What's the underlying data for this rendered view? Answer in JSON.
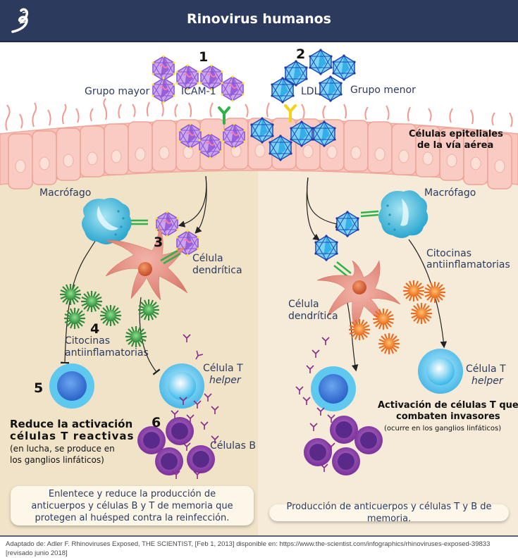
{
  "header": {
    "title": "Rinovirus humanos",
    "logo_icon": "dna-helix-logo"
  },
  "colors": {
    "header_bg": "#2c3a5e",
    "left_panel_bg": "#f0e3c8",
    "right_panel_bg": "#f5ebd8",
    "epithelium": "#f6b9b0",
    "major_group_virus": "#8b4fd1",
    "minor_group_virus": "#2aa8e6",
    "icam_receptor": "#33b34a",
    "ldl_receptor": "#f2d21a",
    "cytokine_left": "#3a9a4a",
    "cytokine_right": "#f07a22",
    "macrophage": "#5bc3e0",
    "dendritic_cell": "#e89a8f",
    "t_cell": "#4aa8e8",
    "b_cell": "#8a3fa8",
    "antibody": "#8a2a8a"
  },
  "steps": {
    "s1": "1",
    "s2": "2",
    "s3": "3",
    "s4": "4",
    "s5": "5",
    "s6": "6"
  },
  "labels": {
    "grupo_mayor": "Grupo mayor",
    "icam": "ICAM-1",
    "ldl": "LDL",
    "grupo_menor": "Grupo menor",
    "epitelio_1": "Células epiteliales",
    "epitelio_2": "de la vía aérea",
    "left": {
      "macrofago": "Macrófago",
      "celula_dendritica_1": "Célula",
      "celula_dendritica_2": "dendrítica",
      "citocinas_1": "Citocinas",
      "citocinas_2": "antiinflamatorias",
      "celula_t_1": "Célula T",
      "celula_t_2": "helper",
      "celulas_b": "Células B",
      "reduce_1": "Reduce la activación",
      "reduce_2": "células T  reactivas",
      "reduce_3": "(en lucha, se produce en",
      "reduce_4": "los ganglios linfáticos)"
    },
    "right": {
      "macrofago": "Macrófago",
      "citocinas_1": "Citocinas",
      "citocinas_2": "antiinflamatorias",
      "celula_dendritica_1": "Célula",
      "celula_dendritica_2": "dendrítica",
      "celula_t_1": "Célula T",
      "celula_t_2": "helper",
      "activacion_1": "Activación de células T que",
      "activacion_2": "combaten invasores",
      "activacion_3": "(ocurre en los ganglios linfáticos)"
    }
  },
  "summary": {
    "left": "Enlentece y reduce la producción de anticuerpos y células B y T de memoria que protegen al huésped contra la reinfección.",
    "right": "Producción de anticuerpos y células T y B de memoria."
  },
  "footer": {
    "line1": "Adaptado de: Adler F. Rhinoviruses Exposed, THE SCIENTIST, [Feb 1, 2013] disponible en: https://www.the-scientist.com/infographics/rhinoviruses-exposed-39833",
    "line2": "[revisado junio 2018]"
  }
}
